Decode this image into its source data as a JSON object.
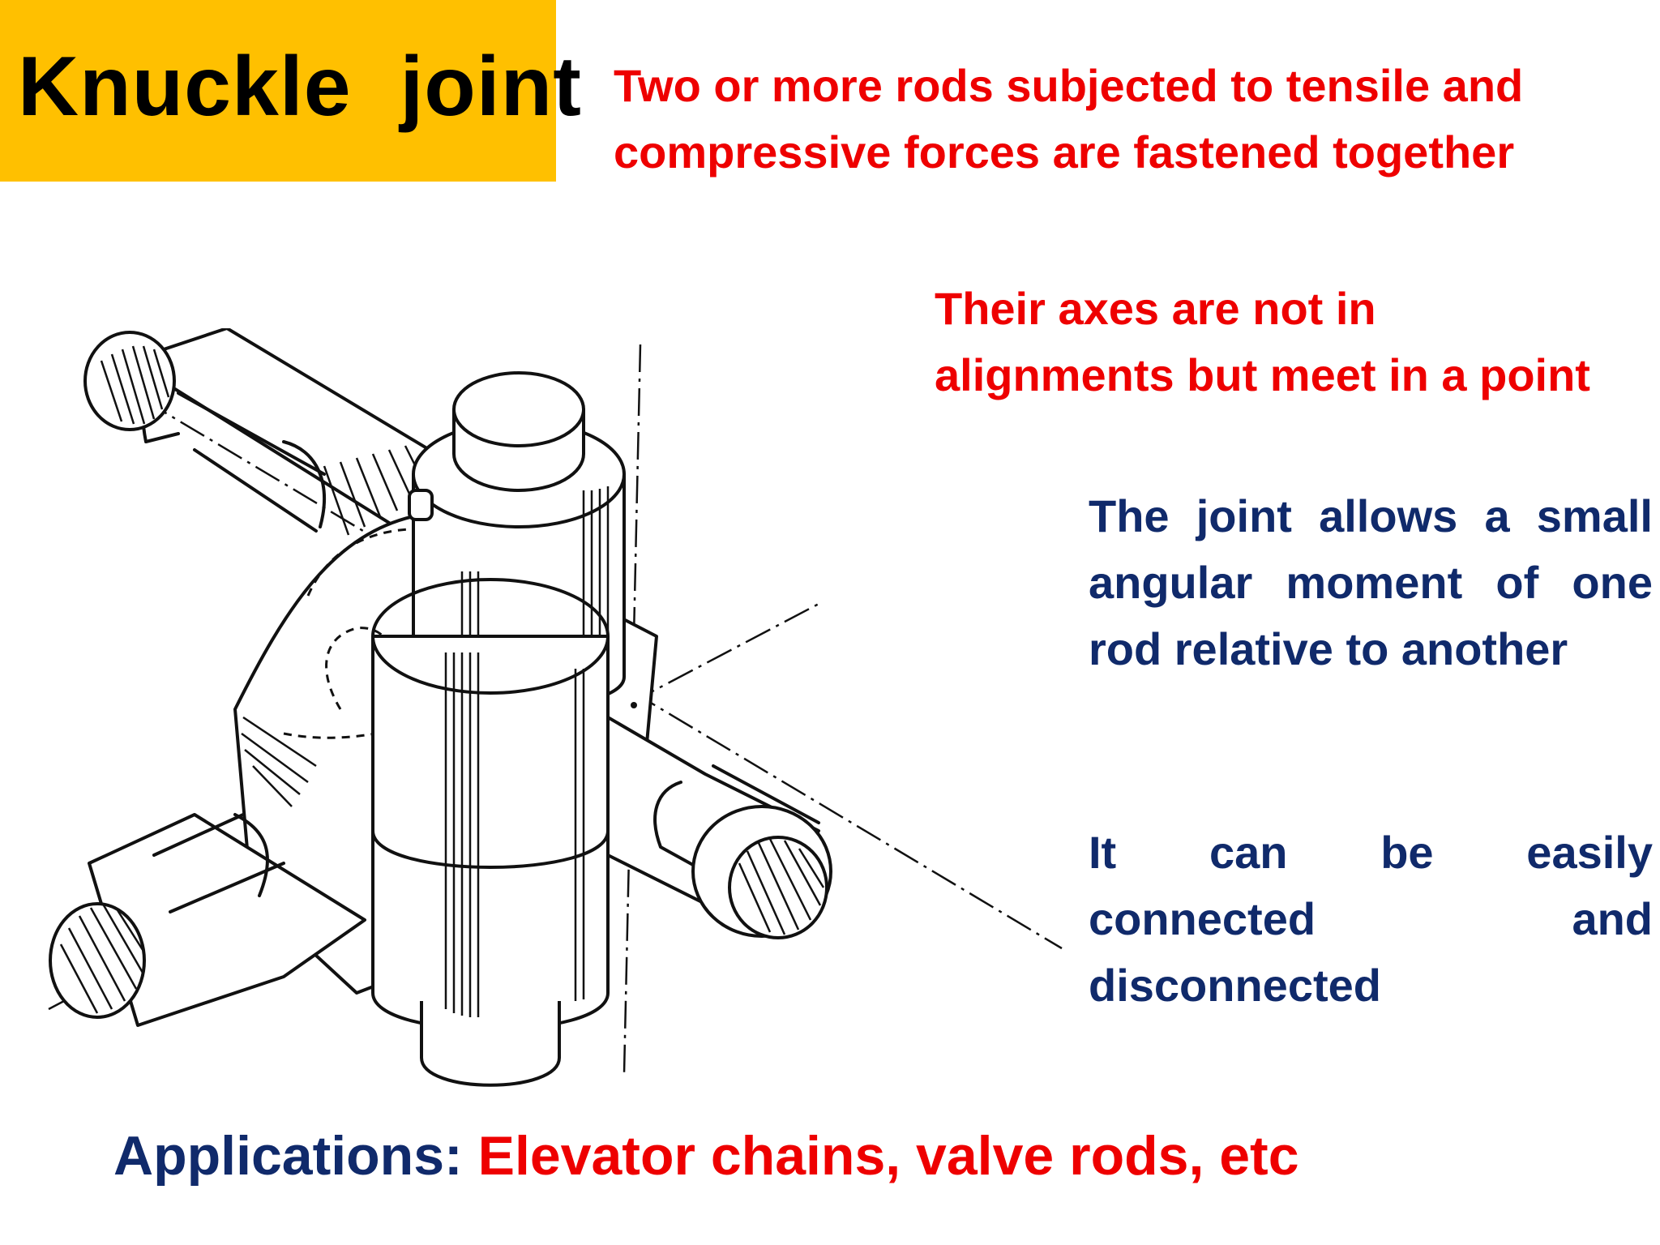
{
  "title": "Knuckle  joint",
  "colors": {
    "title_bg": "#FFC000",
    "red_text": "#EE0000",
    "navy_text": "#102A6B"
  },
  "points": {
    "p1": {
      "line1": "Two or more rods subjected to tensile and",
      "line2": "compressive forces are fastened together"
    },
    "p2": {
      "line1": "Their axes are not in",
      "line2": "alignments but meet in a point"
    },
    "p3": {
      "line1": "The joint allows a small",
      "line2": "angular moment of one",
      "line3": "rod relative to another"
    },
    "p4": {
      "line1": "It can be easily",
      "line2": "connected and",
      "line3": "disconnected"
    }
  },
  "applications": {
    "label": "Applications:",
    "items": "Elevator chains, valve rods, etc"
  },
  "figure": {
    "icon": "knuckle-joint-isometric-drawing"
  }
}
